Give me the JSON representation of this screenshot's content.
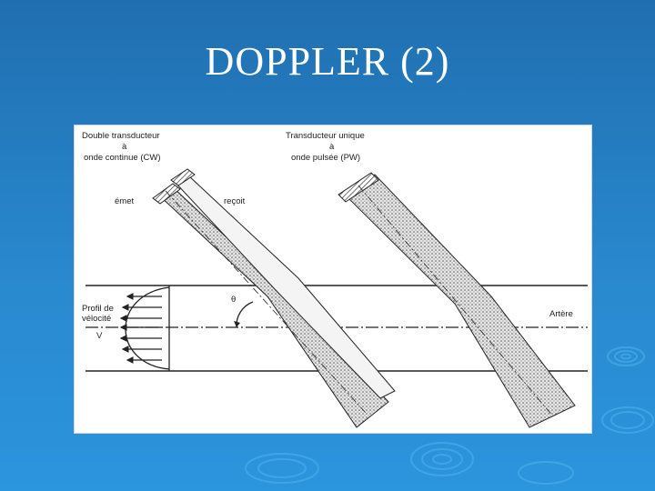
{
  "slide": {
    "title": "DOPPLER (2)",
    "background_color": "#2a82c8",
    "title_color": "#ffffff"
  },
  "figure": {
    "left_probe": {
      "title_line1": "Double transducteur",
      "title_line2": "à",
      "title_line3": "onde continue (CW)",
      "emit_label": "émet",
      "receive_label": "reçoit"
    },
    "right_probe": {
      "title_line1": "Transducteur unique",
      "title_line2": "à",
      "title_line3": "onde pulsée (PW)"
    },
    "angle_label": "θ",
    "artery_label": "Artère",
    "velocity_profile_line1": "Profil de",
    "velocity_profile_line2": "vélocité",
    "velocity_symbol": "V"
  }
}
